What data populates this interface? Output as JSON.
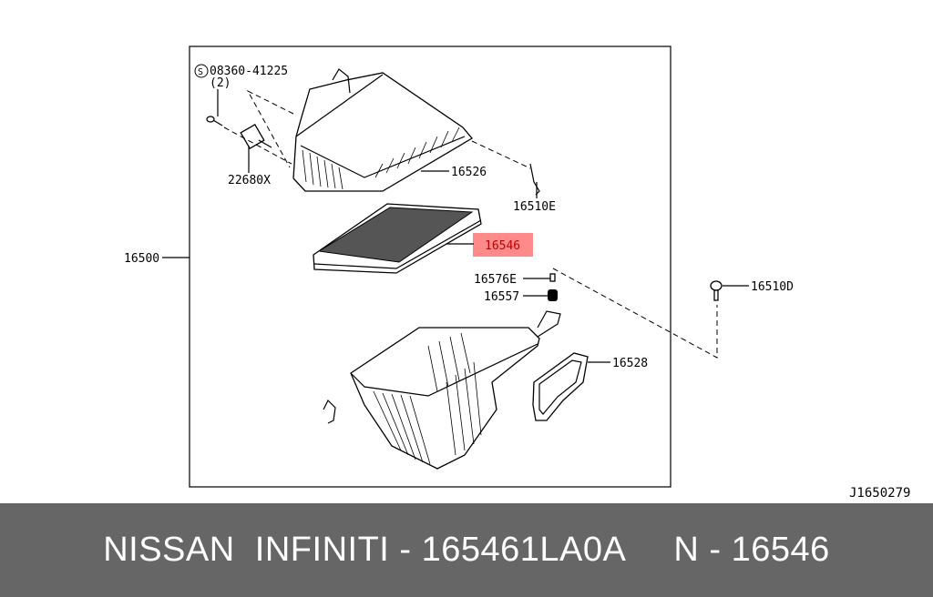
{
  "diagram": {
    "labels": {
      "p08360": "08360-41225",
      "qty2": "(2)",
      "p22680x": "22680X",
      "p16526": "16526",
      "p16510e": "16510E",
      "p16546": "16546",
      "p16500": "16500",
      "p16576e": "16576E",
      "p16557": "16557",
      "p16510d": "16510D",
      "p16528": "16528"
    },
    "screw_symbol": "S",
    "highlight_color": "#ff8a8a",
    "drawing_code": "J1650279"
  },
  "footer": {
    "brand": "NISSAN  INFINITI",
    "separator": " - ",
    "part_number": "165461LA0A",
    "ref": "N - 16546"
  }
}
